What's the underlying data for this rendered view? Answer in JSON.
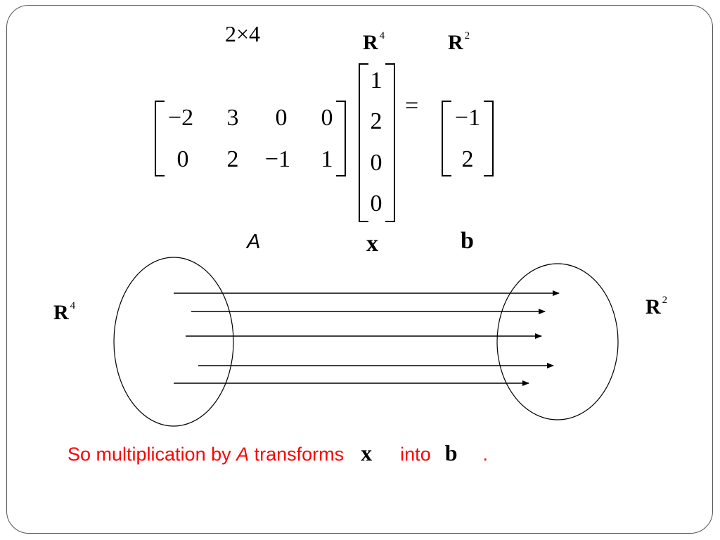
{
  "dimension_label": "2×4",
  "spaces": {
    "domain": {
      "symbol": "R",
      "exponent": "4"
    },
    "codomain": {
      "symbol": "R",
      "exponent": "2"
    }
  },
  "matrix_A": {
    "rows": [
      [
        "−2",
        "3",
        "0",
        "0"
      ],
      [
        "0",
        "2",
        "−1",
        "1"
      ]
    ]
  },
  "vector_x": [
    "1",
    "2",
    "0",
    "0"
  ],
  "equals_sign": "=",
  "vector_b": [
    "−1",
    "2"
  ],
  "labels": {
    "A": "A",
    "x": "x",
    "b": "b"
  },
  "caption": {
    "part1": "So multiplication by ",
    "A": "A",
    "part2": " transforms",
    "x": "x",
    "part3": "into",
    "b": "b",
    "end": "."
  }
}
